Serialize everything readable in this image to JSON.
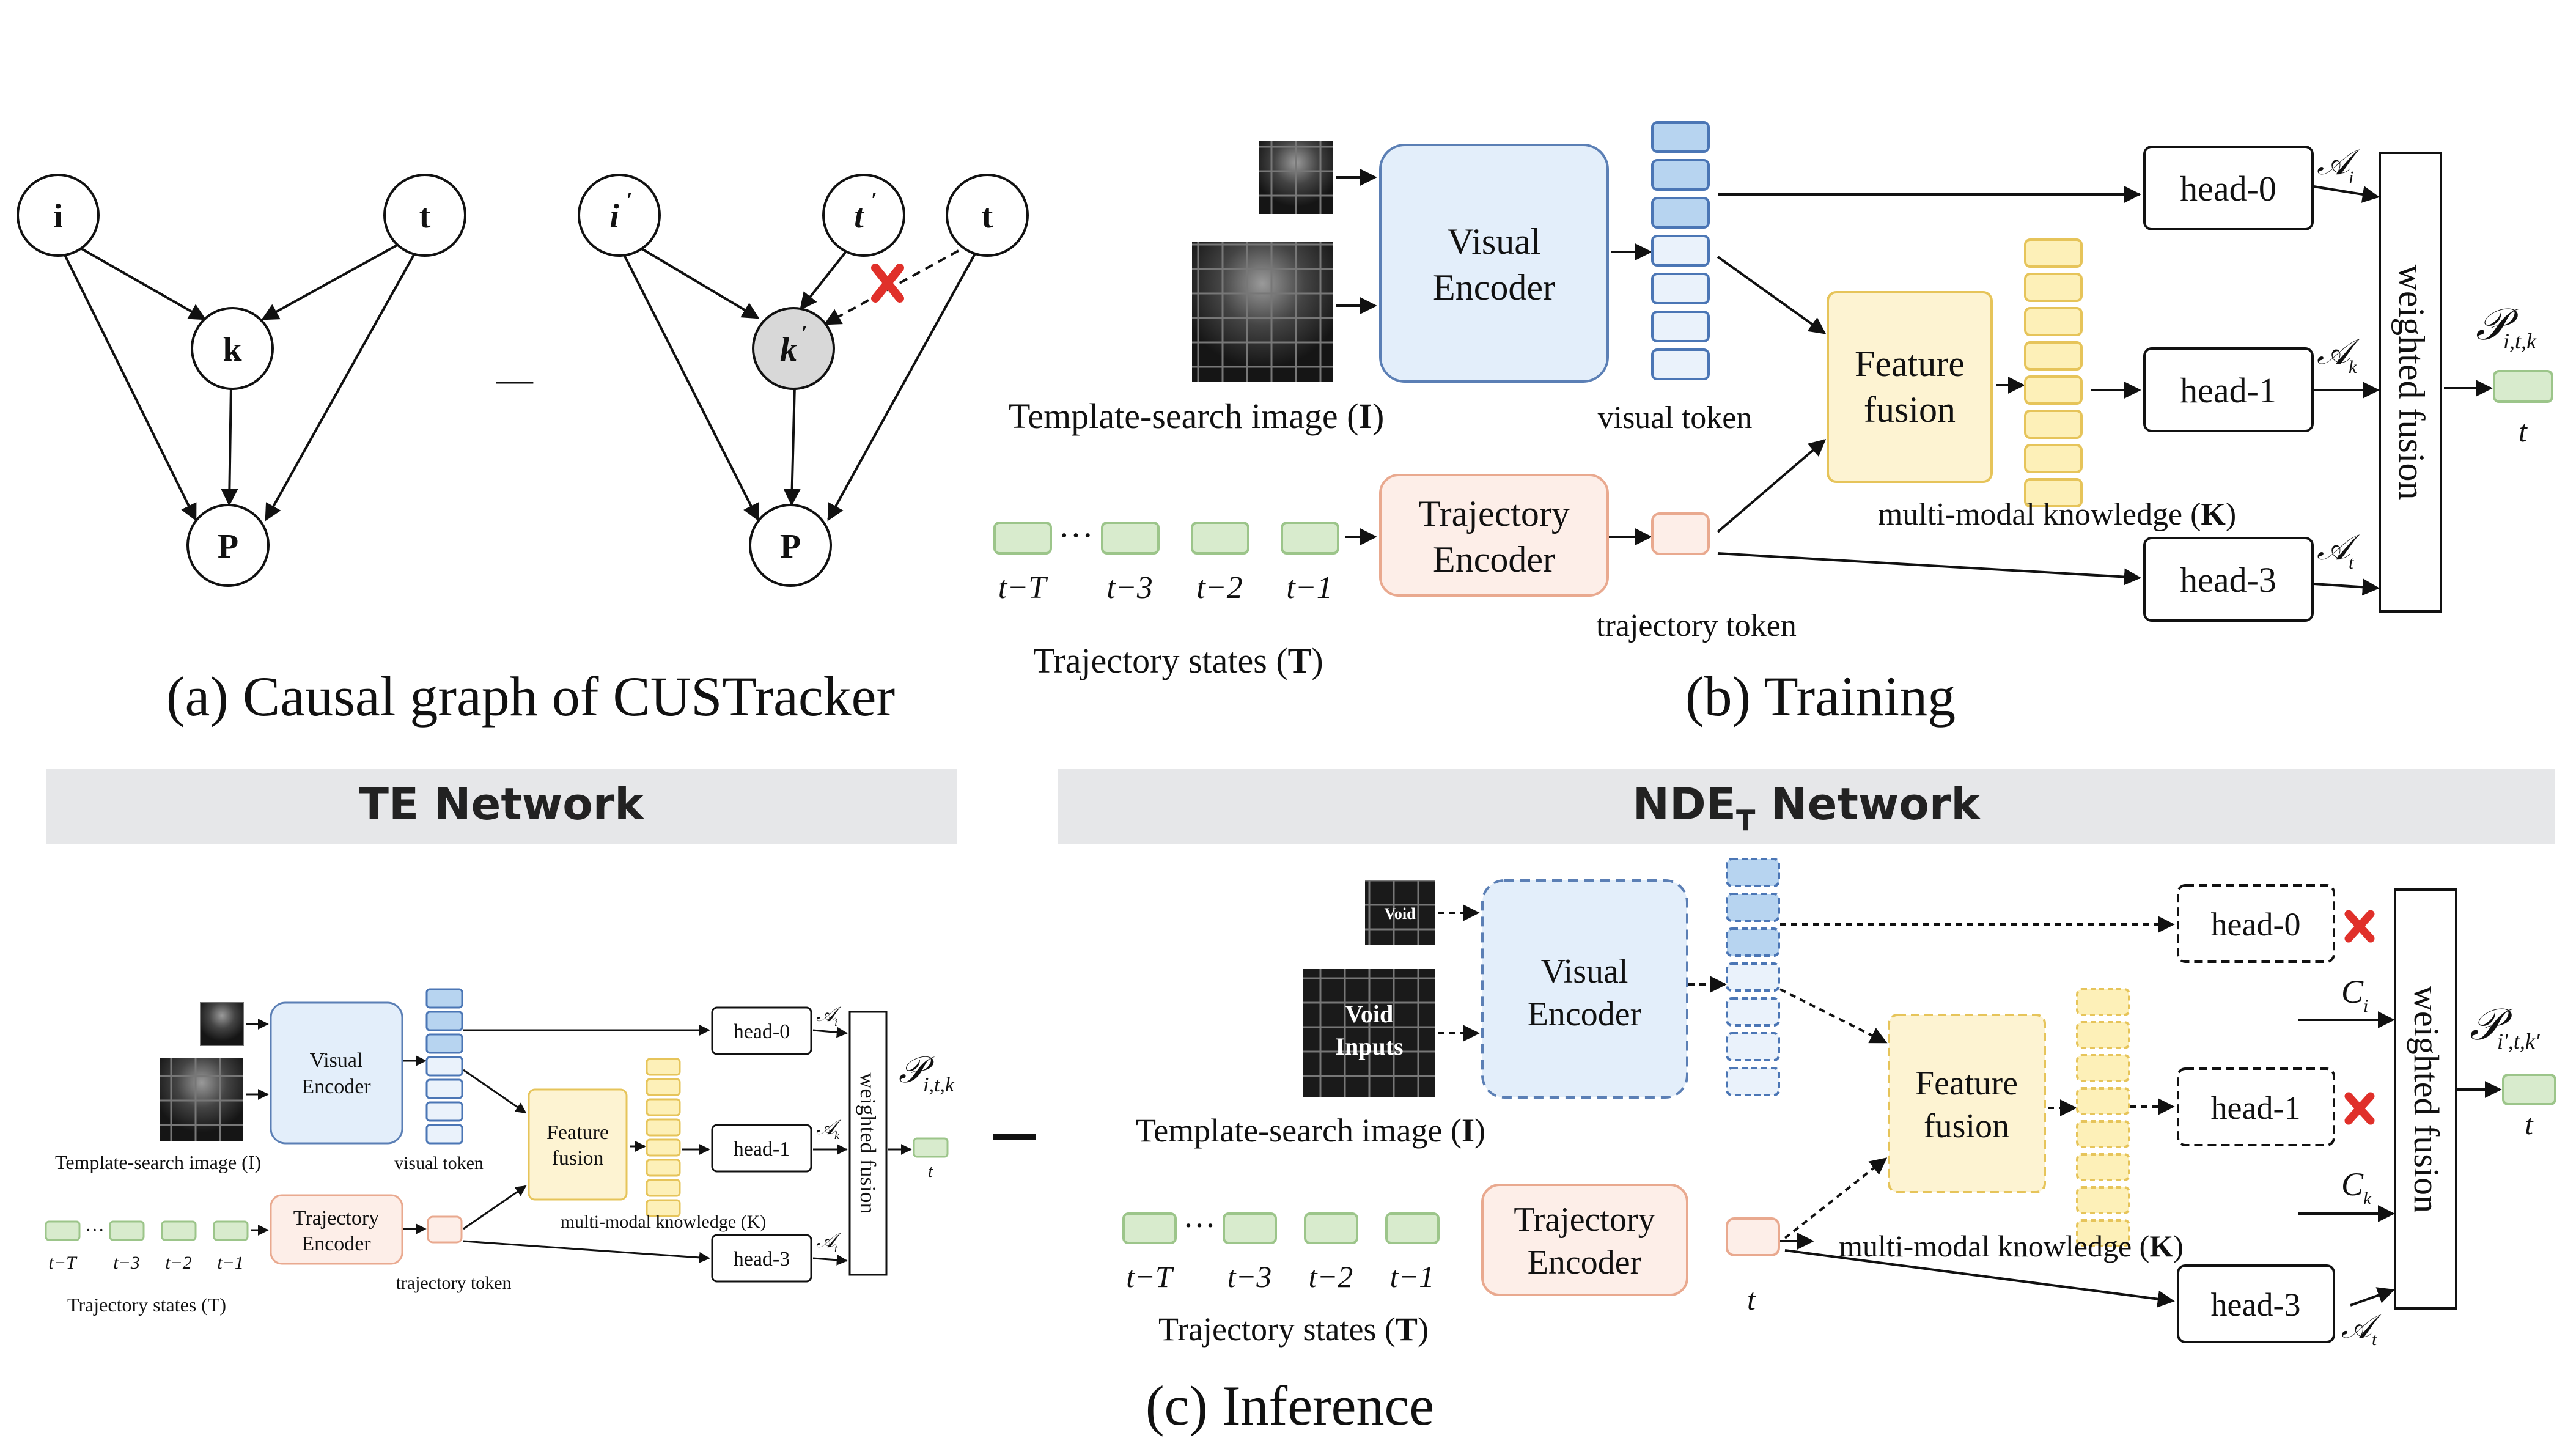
{
  "panel_a": {
    "caption": "(a) Causal graph of CUSTracker",
    "left_nodes": {
      "i": "i",
      "t": "t",
      "k": "k",
      "p": "P"
    },
    "right_nodes": {
      "i": "i",
      "i_prime": "′",
      "t_prime": "t",
      "t_prime_mark": "′",
      "t": "t",
      "k": "k",
      "k_prime": "′",
      "p": "P"
    },
    "minus": "—"
  },
  "panel_b": {
    "caption": "(b) Training",
    "visual_encoder": [
      "Visual",
      "Encoder"
    ],
    "trajectory_encoder": [
      "Trajectory",
      "Encoder"
    ],
    "feature_fusion": [
      "Feature",
      "fusion"
    ],
    "heads": [
      "head-0",
      "head-1",
      "head-3"
    ],
    "head_labels": {
      "a": "𝒜",
      "sub_i": "i",
      "sub_k": "k",
      "sub_t": "t"
    },
    "weighted_fusion": "weighted fusion",
    "template_label": "Template-search image (",
    "template_bold": "I",
    "close_paren": ")",
    "visual_token": "visual token",
    "trajectory_token": "trajectory token",
    "mmk_label": "multi-modal knowledge (",
    "mmk_bold": "K",
    "traj_states_label": "Trajectory states (",
    "traj_states_bold": "T",
    "ticks": [
      "t−T",
      "t−3",
      "t−2",
      "t−1"
    ],
    "ellipsis": "···",
    "output_p": "𝒫",
    "output_p_sub": "i,t,k",
    "output_t": "t"
  },
  "panel_te": {
    "title": "TE Network",
    "visual_encoder": [
      "Visual",
      "Encoder"
    ],
    "trajectory_encoder": [
      "Trajectory",
      "Encoder"
    ],
    "feature_fusion": [
      "Feature",
      "fusion"
    ],
    "heads": [
      "head-0",
      "head-1",
      "head-3"
    ],
    "weighted_fusion": "weighted fusion",
    "template_label": "Template-search image (I)",
    "visual_token": "visual token",
    "trajectory_token": "trajectory token",
    "mmk_label": "multi-modal knowledge (K)",
    "traj_states_label": "Trajectory states (T)",
    "ticks": [
      "t−T",
      "t−3",
      "t−2",
      "t−1"
    ],
    "output_p": "𝒫",
    "output_p_sub": "i,t,k",
    "output_t": "t"
  },
  "panel_nde": {
    "title_main": "NDE",
    "title_sub": "T",
    "title_rest": " Network",
    "void": "Void",
    "void_inputs": [
      "Void",
      "Inputs"
    ],
    "visual_encoder": [
      "Visual",
      "Encoder"
    ],
    "trajectory_encoder": [
      "Trajectory",
      "Encoder"
    ],
    "feature_fusion": [
      "Feature",
      "fusion"
    ],
    "heads": [
      "head-0",
      "head-1",
      "head-3"
    ],
    "weighted_fusion": "weighted fusion",
    "c_i": "C",
    "c_i_sub": "i",
    "c_k": "C",
    "c_k_sub": "k",
    "template_label": "Template-search image (",
    "template_bold": "I",
    "mmk_label": "multi-modal knowledge (",
    "mmk_bold": "K",
    "traj_states_label": "Trajectory states (",
    "traj_states_bold": "T",
    "ticks": [
      "t−T",
      "t−3",
      "t−2",
      "t−1"
    ],
    "ellipsis": "···",
    "token_t": "t",
    "output_p": "𝒫",
    "output_p_sub": "i′,t,k′",
    "output_t": "t"
  },
  "panel_c": {
    "caption": "(c) Inference"
  },
  "colors": {
    "blue_fill": "#e3eefa",
    "blue_stroke": "#5b7fb5",
    "token_blue": "#b7d4f0",
    "token_light": "#eaf2fb",
    "pink_fill": "#fdeee8",
    "pink_stroke": "#e9a98f",
    "yellow_fill": "#fdf3d2",
    "yellow_stroke": "#e6c45a",
    "green_fill": "#d8ebcd",
    "green_stroke": "#9cc58a",
    "red_x": "#e0302a",
    "banner": "#e6e7e9"
  }
}
